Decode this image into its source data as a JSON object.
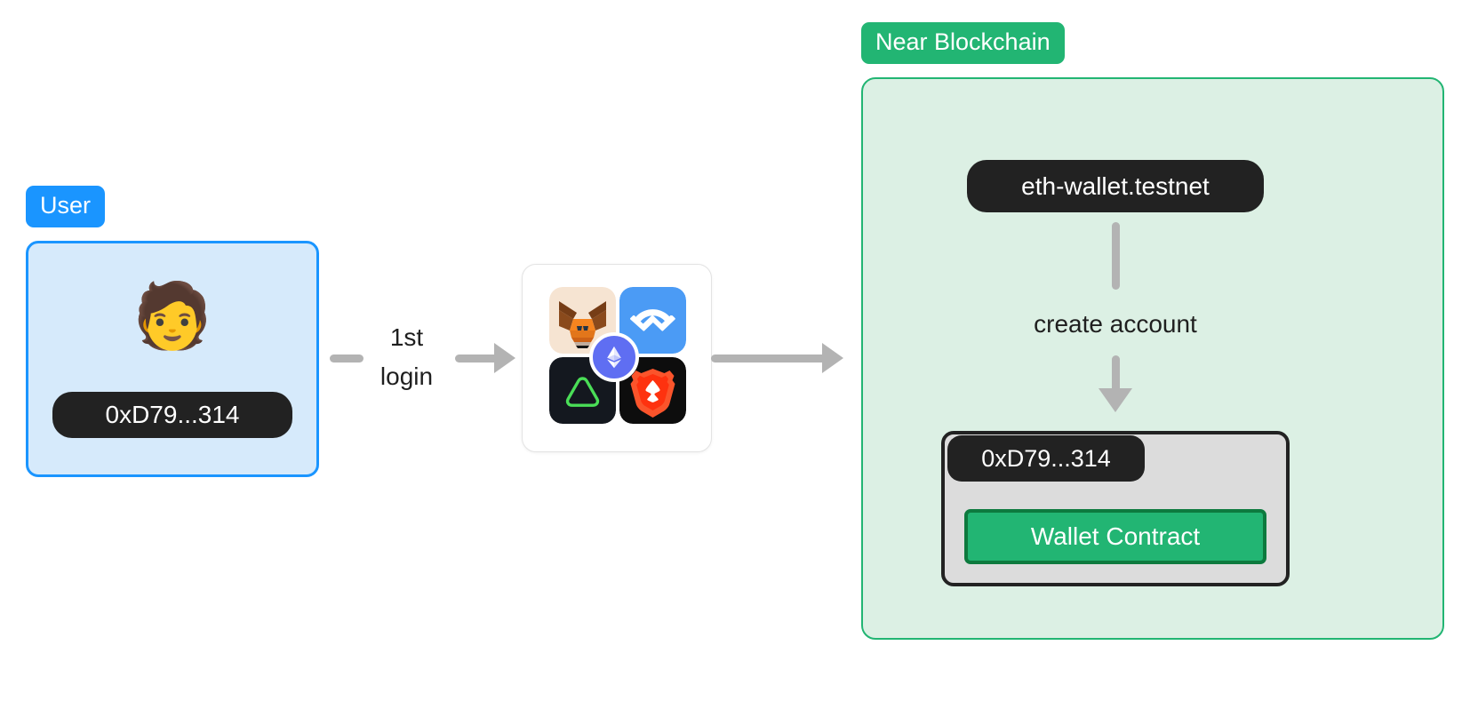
{
  "diagram": {
    "title": "Near Blockchain wallet account creation flow",
    "colors": {
      "user_accent": "#1a95ff",
      "user_fill": "#d6eafb",
      "near_accent": "#22b573",
      "near_fill": "#dcf0e4",
      "chip_bg": "#222222",
      "arrow": "#b3b3b3",
      "contract_fill": "#dcdcdc",
      "contract_border": "#222222",
      "contract_button_fill": "#22b573",
      "contract_button_border": "#0d7a3e",
      "eth_badge": "#5f6ef2"
    }
  },
  "user": {
    "badge_label": "User",
    "avatar_icon": "person-emoji",
    "avatar_glyph": "🧑",
    "address": "0xD79...314"
  },
  "flow": {
    "login_label_line1": "1st",
    "login_label_line2": "login",
    "login_label": "1st login"
  },
  "wallets": {
    "items": [
      {
        "name": "metamask-wallet-icon",
        "label": "MetaMask"
      },
      {
        "name": "walletconnect-icon",
        "label": "WalletConnect"
      },
      {
        "name": "zerion-wallet-icon",
        "label": "Zerion"
      },
      {
        "name": "brave-wallet-icon",
        "label": "Brave Wallet"
      }
    ],
    "center_badge": "ethereum-icon"
  },
  "near": {
    "badge_label": "Near Blockchain",
    "account_id": "eth-wallet.testnet",
    "action_label": "create account",
    "contract": {
      "address": "0xD79...314",
      "button_label": "Wallet Contract"
    }
  }
}
